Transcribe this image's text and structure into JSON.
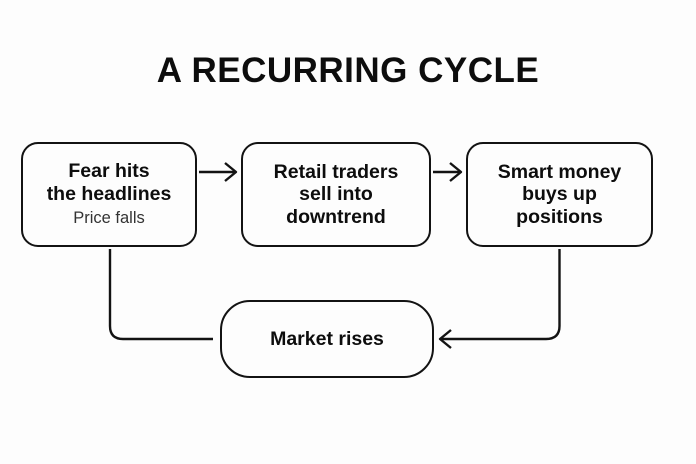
{
  "title": "A RECURRING CYCLE",
  "background_color": "#fdfdfd",
  "stroke_color": "#131313",
  "text_color": "#0d0d0d",
  "subtext_color": "#333333",
  "diagram": {
    "type": "cycle-flowchart",
    "nodes": [
      {
        "id": "fear",
        "headline": "Fear hits\nthe headlines",
        "sub": "Price falls"
      },
      {
        "id": "retail",
        "headline": "Retail traders\nsell into\ndowntrend",
        "sub": ""
      },
      {
        "id": "smart",
        "headline": "Smart money\nbuys up\npositions",
        "sub": ""
      },
      {
        "id": "market",
        "headline": "Market rises",
        "sub": ""
      }
    ],
    "edges": [
      {
        "id": "fear-to-retail",
        "from": "fear",
        "to": "retail",
        "arrow": "right"
      },
      {
        "id": "retail-to-smart",
        "from": "retail",
        "to": "smart",
        "arrow": "right"
      },
      {
        "id": "smart-to-market",
        "from": "smart",
        "to": "market",
        "arrow": "left"
      },
      {
        "id": "market-to-fear",
        "from": "market",
        "to": "fear",
        "arrow": "none"
      }
    ]
  }
}
